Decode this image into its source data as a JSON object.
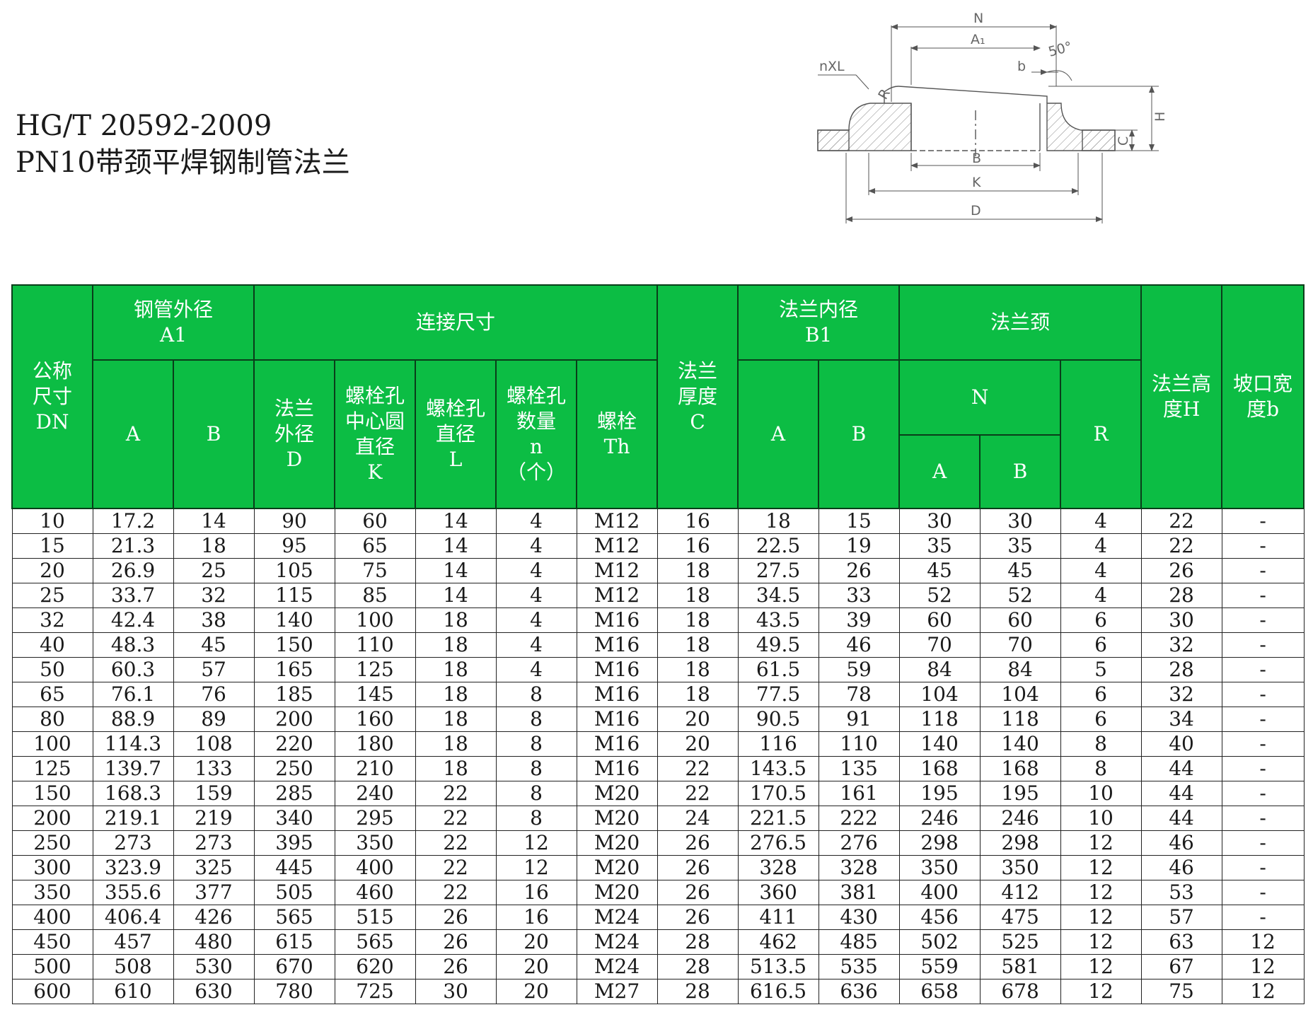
{
  "title": {
    "standard": "HG/T 20592-2009",
    "name": "PN10带颈平焊钢制管法兰"
  },
  "drawing": {
    "labels": {
      "N": "N",
      "A1": "A₁",
      "angle": "50°",
      "nXL": "nXL",
      "b": "b",
      "R": "R",
      "H": "H",
      "C": "C",
      "B": "B",
      "K": "K",
      "D": "D"
    }
  },
  "table": {
    "header": {
      "dn": [
        "公称",
        "尺寸",
        "DN"
      ],
      "a1_group": [
        "钢管外径",
        "A1"
      ],
      "conn_group": "连接尺寸",
      "c": [
        "法兰",
        "厚度",
        "C"
      ],
      "b1_group": [
        "法兰内径",
        "B1"
      ],
      "neck_group": "法兰颈",
      "h": [
        "法兰高",
        "度H"
      ],
      "bevel": [
        "坡口宽",
        "度b"
      ],
      "a": "A",
      "b": "B",
      "d": [
        "法兰",
        "外径",
        "D"
      ],
      "k": [
        "螺栓孔",
        "中心圆",
        "直径",
        "K"
      ],
      "l": [
        "螺栓孔",
        "直径",
        "L"
      ],
      "n_count": [
        "螺栓孔",
        "数量",
        "n",
        "（个）"
      ],
      "th": [
        "螺栓",
        "Th"
      ],
      "n": "N",
      "r": "R"
    },
    "rows": [
      [
        "10",
        "17.2",
        "14",
        "90",
        "60",
        "14",
        "4",
        "M12",
        "16",
        "18",
        "15",
        "30",
        "30",
        "4",
        "22",
        "-"
      ],
      [
        "15",
        "21.3",
        "18",
        "95",
        "65",
        "14",
        "4",
        "M12",
        "16",
        "22.5",
        "19",
        "35",
        "35",
        "4",
        "22",
        "-"
      ],
      [
        "20",
        "26.9",
        "25",
        "105",
        "75",
        "14",
        "4",
        "M12",
        "18",
        "27.5",
        "26",
        "45",
        "45",
        "4",
        "26",
        "-"
      ],
      [
        "25",
        "33.7",
        "32",
        "115",
        "85",
        "14",
        "4",
        "M12",
        "18",
        "34.5",
        "33",
        "52",
        "52",
        "4",
        "28",
        "-"
      ],
      [
        "32",
        "42.4",
        "38",
        "140",
        "100",
        "18",
        "4",
        "M16",
        "18",
        "43.5",
        "39",
        "60",
        "60",
        "6",
        "30",
        "-"
      ],
      [
        "40",
        "48.3",
        "45",
        "150",
        "110",
        "18",
        "4",
        "M16",
        "18",
        "49.5",
        "46",
        "70",
        "70",
        "6",
        "32",
        "-"
      ],
      [
        "50",
        "60.3",
        "57",
        "165",
        "125",
        "18",
        "4",
        "M16",
        "18",
        "61.5",
        "59",
        "84",
        "84",
        "5",
        "28",
        "-"
      ],
      [
        "65",
        "76.1",
        "76",
        "185",
        "145",
        "18",
        "8",
        "M16",
        "18",
        "77.5",
        "78",
        "104",
        "104",
        "6",
        "32",
        "-"
      ],
      [
        "80",
        "88.9",
        "89",
        "200",
        "160",
        "18",
        "8",
        "M16",
        "20",
        "90.5",
        "91",
        "118",
        "118",
        "6",
        "34",
        "-"
      ],
      [
        "100",
        "114.3",
        "108",
        "220",
        "180",
        "18",
        "8",
        "M16",
        "20",
        "116",
        "110",
        "140",
        "140",
        "8",
        "40",
        "-"
      ],
      [
        "125",
        "139.7",
        "133",
        "250",
        "210",
        "18",
        "8",
        "M16",
        "22",
        "143.5",
        "135",
        "168",
        "168",
        "8",
        "44",
        "-"
      ],
      [
        "150",
        "168.3",
        "159",
        "285",
        "240",
        "22",
        "8",
        "M20",
        "22",
        "170.5",
        "161",
        "195",
        "195",
        "10",
        "44",
        "-"
      ],
      [
        "200",
        "219.1",
        "219",
        "340",
        "295",
        "22",
        "8",
        "M20",
        "24",
        "221.5",
        "222",
        "246",
        "246",
        "10",
        "44",
        "-"
      ],
      [
        "250",
        "273",
        "273",
        "395",
        "350",
        "22",
        "12",
        "M20",
        "26",
        "276.5",
        "276",
        "298",
        "298",
        "12",
        "46",
        "-"
      ],
      [
        "300",
        "323.9",
        "325",
        "445",
        "400",
        "22",
        "12",
        "M20",
        "26",
        "328",
        "328",
        "350",
        "350",
        "12",
        "46",
        "-"
      ],
      [
        "350",
        "355.6",
        "377",
        "505",
        "460",
        "22",
        "16",
        "M20",
        "26",
        "360",
        "381",
        "400",
        "412",
        "12",
        "53",
        "-"
      ],
      [
        "400",
        "406.4",
        "426",
        "565",
        "515",
        "26",
        "16",
        "M24",
        "26",
        "411",
        "430",
        "456",
        "475",
        "12",
        "57",
        "-"
      ],
      [
        "450",
        "457",
        "480",
        "615",
        "565",
        "26",
        "20",
        "M24",
        "28",
        "462",
        "485",
        "502",
        "525",
        "12",
        "63",
        "12"
      ],
      [
        "500",
        "508",
        "530",
        "670",
        "620",
        "26",
        "20",
        "M24",
        "28",
        "513.5",
        "535",
        "559",
        "581",
        "12",
        "67",
        "12"
      ],
      [
        "600",
        "610",
        "630",
        "780",
        "725",
        "30",
        "20",
        "M27",
        "28",
        "616.5",
        "636",
        "658",
        "678",
        "12",
        "75",
        "12"
      ]
    ]
  }
}
